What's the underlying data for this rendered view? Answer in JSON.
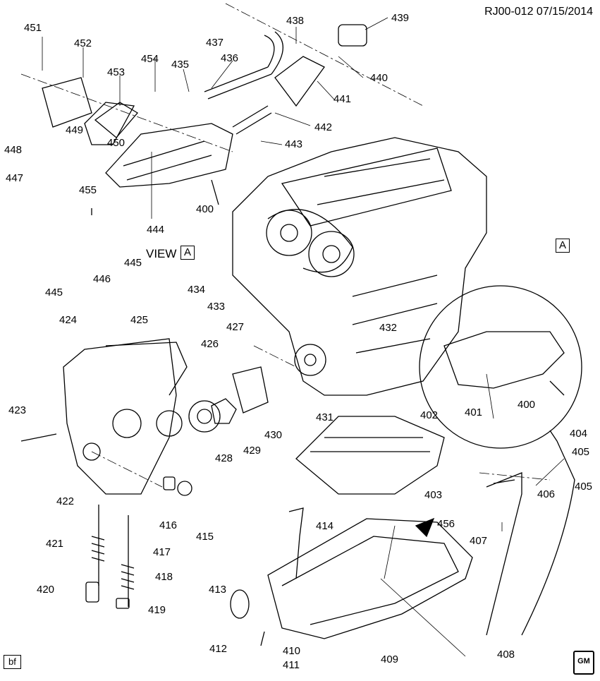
{
  "header": {
    "ref": "RJ00-012  07/15/2014"
  },
  "view": {
    "label": "VIEW",
    "letter": "A"
  },
  "detail": {
    "letter": "A"
  },
  "footer": {
    "left_tag": "bf",
    "logo_text": "GM"
  },
  "callouts": [
    "451",
    "452",
    "453",
    "454",
    "435",
    "436",
    "437",
    "438",
    "439",
    "440",
    "441",
    "442",
    "443",
    "449",
    "450",
    "448",
    "447",
    "455",
    "400",
    "444",
    "445",
    "446",
    "445",
    "434",
    "433",
    "424",
    "425",
    "427",
    "426",
    "432",
    "423",
    "428",
    "429",
    "430",
    "431",
    "402",
    "403",
    "422",
    "416",
    "415",
    "421",
    "417",
    "414",
    "456",
    "420",
    "418",
    "413",
    "419",
    "412",
    "410",
    "409",
    "411",
    "401",
    "400",
    "404",
    "405",
    "405",
    "406",
    "407",
    "408"
  ]
}
